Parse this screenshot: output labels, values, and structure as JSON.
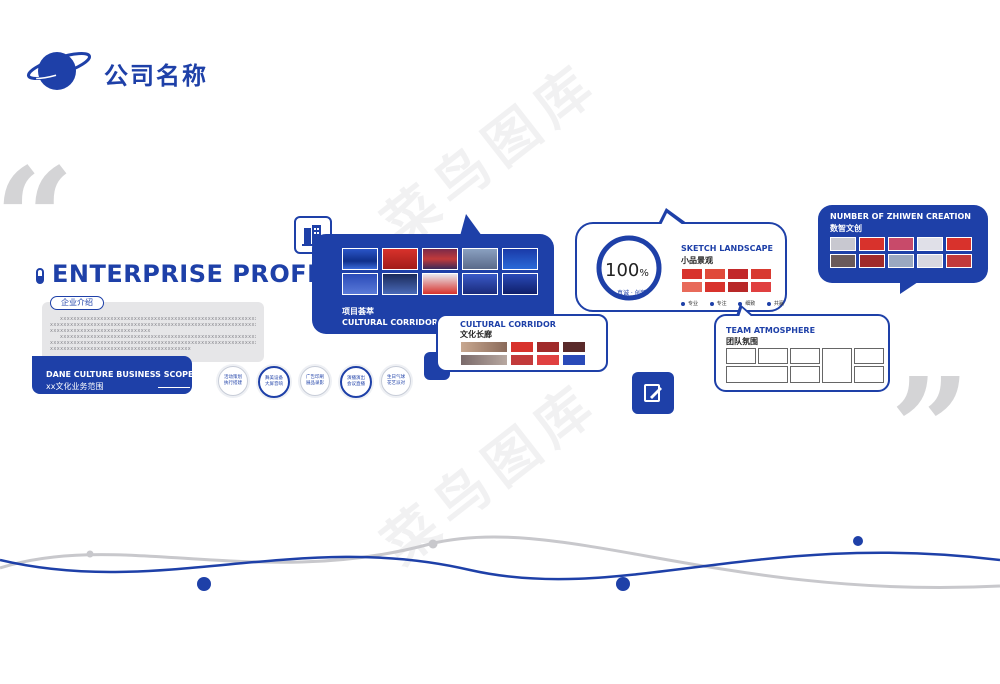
{
  "company_name": "公司名称",
  "watermark": "菜鸟图库",
  "profile": {
    "title": "ENTERPRISE PROFILE",
    "intro_tag": "企业介绍",
    "intro_lines": [
      "xxxxxxxxxxxxxxxxxxxxxxxxxxxxxxxxxxxxxxxxxxxxxxxxxxxxxxxxxxxxxxxxxxxxxx",
      "xxxxxxxxxxxxxxxxxxxxxxxxxxxxxxxxxxxxxxxxxxxxxxxxxxxxxxxxxxxxxxxxxxxxxxxxxxxxxx",
      "xxxxxxxxxxxxxxxxxxxxxxxxxxxxxx",
      "xxxxxxxxxxxxxxxxxxxxxxxxxxxxxxxxxxxxxxxxxxxxxxxxxxxxxxxxxxxxxxxxxxxxxx",
      "xxxxxxxxxxxxxxxxxxxxxxxxxxxxxxxxxxxxxxxxxxxxxxxxxxxxxxxxxxxxxxxxxxxxxxxxxxxxxx",
      "xxxxxxxxxxxxxxxxxxxxxxxxxxxxxxxxxxxxxxxxxx"
    ],
    "scope_title": "DANE CULTURE BUSINESS SCOPE",
    "scope_subtitle": "xx文化业务范围",
    "scope_items": [
      "活动策划\n执行搭建",
      "舞美设备\n大屏音响",
      "广告印刷\n展品录影",
      "演播演出\n会议直播",
      "生日气球\n花艺派对"
    ]
  },
  "corridor_main": {
    "label_cn": "项目荟萃",
    "label_en": "CULTURAL CORRIDOR"
  },
  "corridor_small": {
    "label_en": "CULTURAL CORRIDOR",
    "label_cn": "文化长廊"
  },
  "sketch": {
    "percent": "100",
    "percent_unit": "%",
    "tagline": "真诚 · 创新",
    "title_en": "SKETCH LANDSCAPE",
    "title_cn": "小品景观",
    "legend": [
      "专业",
      "专注",
      "细致",
      "共赢"
    ]
  },
  "zhiwen": {
    "title_en": "NUMBER OF ZHIWEN CREATION",
    "title_cn": "数智文创"
  },
  "team": {
    "title_en": "TEAM ATMOSPHERE",
    "title_cn": "团队氛围"
  },
  "colors": {
    "brand_blue": "#1e40a8",
    "accent_red": "#d8322c",
    "grey": "#d4d4d6"
  }
}
